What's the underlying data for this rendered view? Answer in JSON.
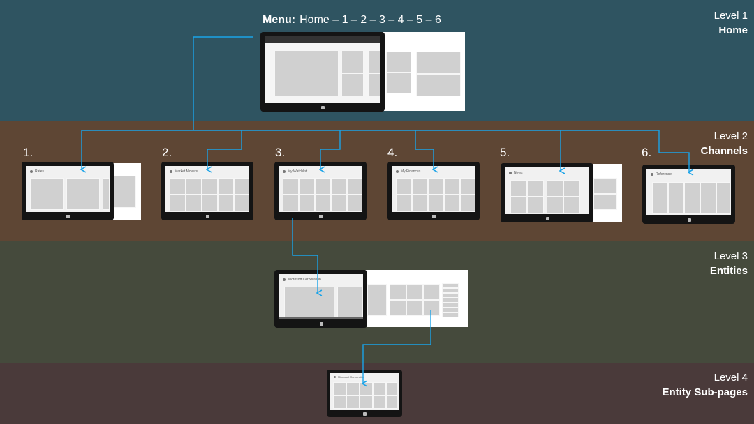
{
  "menu": {
    "label": "Menu:",
    "items": "Home – 1 – 2 – 3 – 4 – 5 – 6"
  },
  "levels": [
    {
      "level": "Level 1",
      "title": "Home"
    },
    {
      "level": "Level 2",
      "title": "Channels"
    },
    {
      "level": "Level 3",
      "title": "Entities"
    },
    {
      "level": "Level 4",
      "title": "Entity Sub-pages"
    }
  ],
  "channels": [
    {
      "number": "1.",
      "name": "Rates"
    },
    {
      "number": "2.",
      "name": "Market Movers"
    },
    {
      "number": "3.",
      "name": "My Watchlist"
    },
    {
      "number": "4.",
      "name": "My Finances"
    },
    {
      "number": "5.",
      "name": "News"
    },
    {
      "number": "6.",
      "name": "Reference"
    }
  ],
  "entity": {
    "name": "Microsoft Corporation"
  },
  "subpage": {
    "name": "Microsoft Corporation"
  },
  "colors": {
    "connector": "#1aa3e8",
    "tablet": "#141414",
    "tile": "#d0d0d0"
  }
}
